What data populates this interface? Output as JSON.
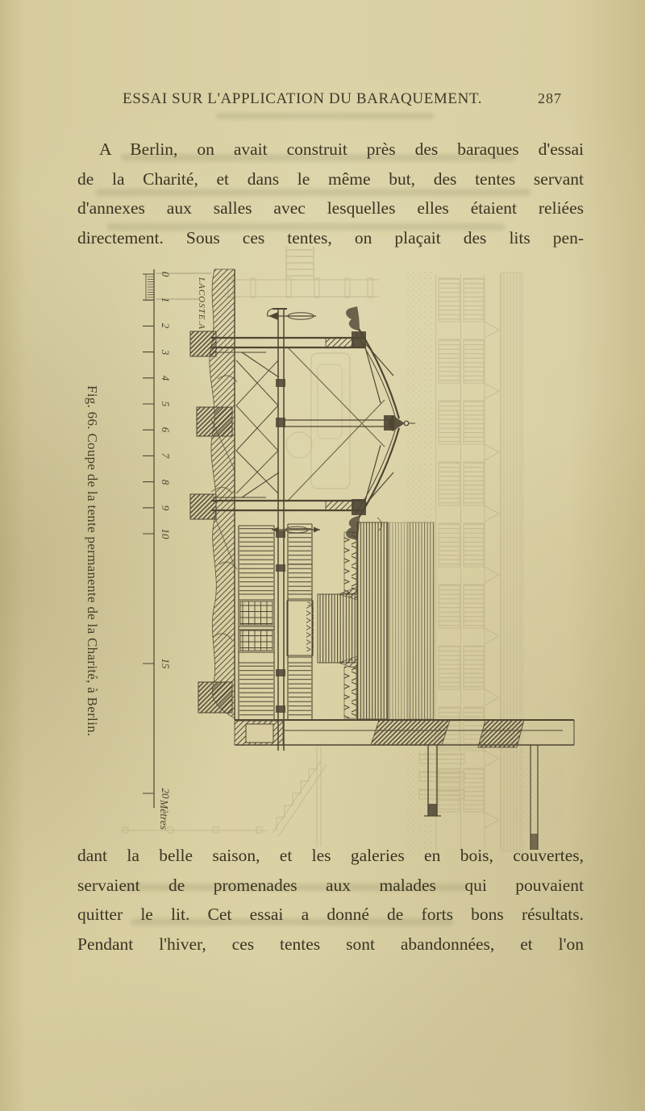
{
  "colors": {
    "paper": "#d8cea1",
    "ink": "#3a3422",
    "engraving_line": "#4e4533",
    "bleed_ghost": "#b2a67c"
  },
  "header": {
    "title": "ESSAI SUR L'APPLICATION DU BARAQUEMENT.",
    "page_number": "287"
  },
  "paragraph_top": {
    "lines": [
      "A Berlin, on avait construit près des baraques d'essai",
      "de la Charité, et dans le même but, des tentes servant",
      "d'annexes aux salles avec lesquelles elles étaient reliées",
      "directement. Sous ces tentes, on plaçait des lits pen-"
    ]
  },
  "figure": {
    "caption": "Fig. 66. Coupe de la tente permanente de la Charité, à Berlin.",
    "engraver_signature": "LACOSTE.A",
    "scale": {
      "meter_labels": [
        "0",
        "1",
        "2",
        "3",
        "4",
        "5",
        "6",
        "7",
        "8",
        "9",
        "10"
      ],
      "label_15": "15",
      "label_20": "20",
      "unit_label": "Mètres"
    }
  },
  "paragraph_bottom": {
    "lines": [
      "dant la belle saison, et les galeries en bois, couvertes,",
      "servaient de promenades aux malades qui pouvaient",
      "quitter le lit. Cet essai a donné de forts bons résultats.",
      "Pendant l'hiver, ces tentes sont abandonnées, et l'on"
    ]
  }
}
